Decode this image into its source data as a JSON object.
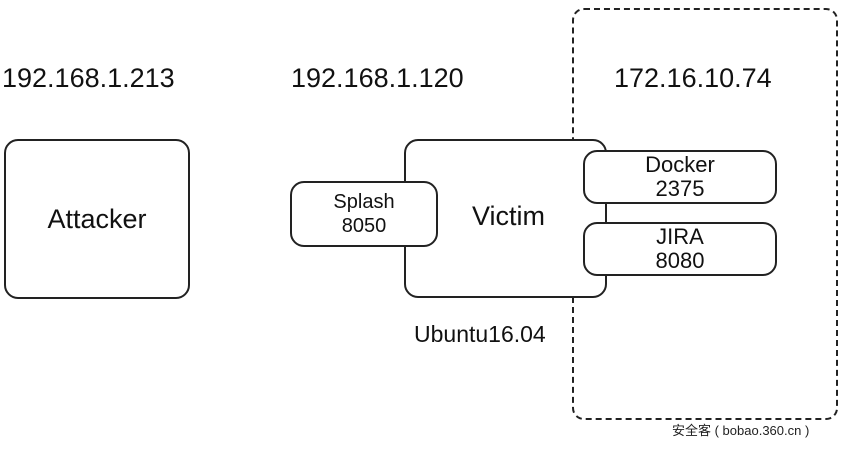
{
  "hosts": {
    "attacker": {
      "ip": "192.168.1.213",
      "label": "Attacker"
    },
    "victim": {
      "ip": "192.168.1.120",
      "label": "Victim",
      "os": "Ubuntu16.04",
      "service": {
        "name": "Splash",
        "port": "8050"
      }
    },
    "internal_network": {
      "ip": "172.16.10.74",
      "services": [
        {
          "name": "Docker",
          "port": "2375"
        },
        {
          "name": "JIRA",
          "port": "8080"
        }
      ]
    }
  },
  "watermark": "安全客 ( bobao.360.cn )"
}
